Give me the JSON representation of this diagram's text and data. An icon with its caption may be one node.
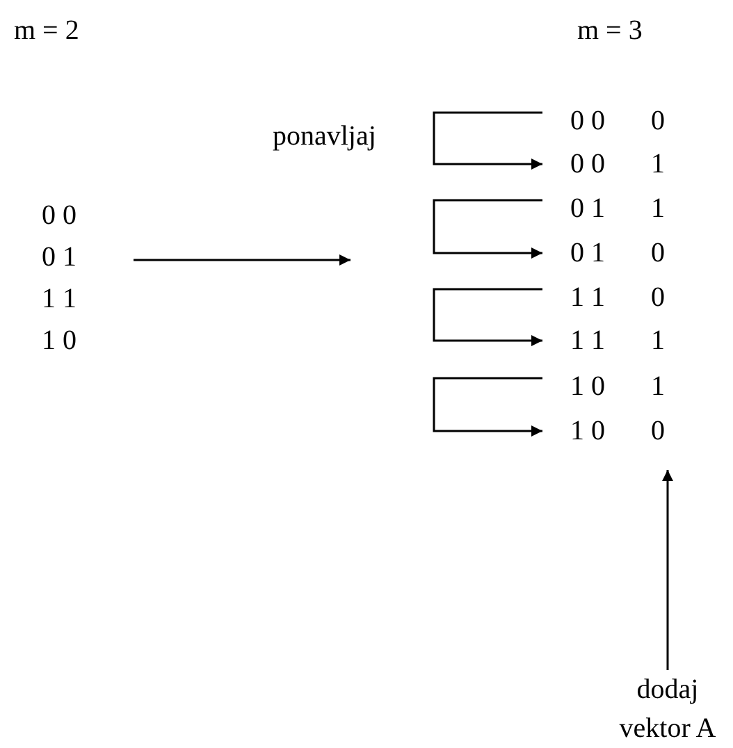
{
  "diagram": {
    "nodes": [
      {
        "text": [
          "0 0",
          "0 1",
          "1 1",
          "1 0"
        ]
      },
      {
        "text": [
          "0 0",
          "0"
        ]
      },
      {
        "text": [
          "0 0",
          "1"
        ]
      },
      {
        "text": [
          "0 1",
          "1"
        ]
      },
      {
        "text": [
          "0 1",
          "0"
        ]
      },
      {
        "text": [
          "1 1",
          "0"
        ]
      },
      {
        "text": [
          "1 1",
          "1"
        ]
      },
      {
        "text": [
          "1 0",
          "1"
        ]
      },
      {
        "text": [
          "1 0",
          "0"
        ]
      },
      {
        "text": [
          "dodaj vektor A"
        ]
      }
    ],
    "edges": [
      {
        "from": 0,
        "to": null,
        "arrow": "to"
      },
      {
        "from": 1,
        "to": 2,
        "arrow": "to"
      },
      {
        "from": 3,
        "to": 4,
        "arrow": "to"
      },
      {
        "from": 5,
        "to": 6,
        "arrow": "to"
      },
      {
        "from": 7,
        "to": 8,
        "arrow": "to"
      },
      {
        "from": 9,
        "to": 8,
        "arrow": "to"
      }
    ],
    "labels": [
      "m = 2",
      "m = 3",
      "ponavljaj"
    ]
  }
}
